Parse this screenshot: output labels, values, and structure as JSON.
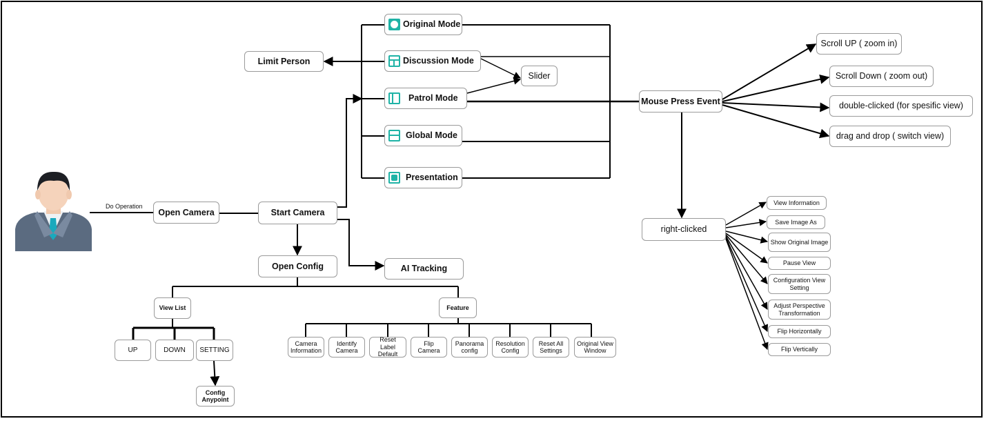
{
  "actor": {
    "operation_label": "Do Operation"
  },
  "flow": {
    "open_camera": "Open Camera",
    "start_camera": "Start Camera",
    "open_config": "Open Config",
    "ai_tracking": "AI Tracking",
    "limit_person": "Limit Person",
    "slider": "Slider",
    "mouse_press_event": "Mouse Press Event",
    "right_clicked": "right-clicked"
  },
  "modes": {
    "original": "Original Mode",
    "discussion": "Discussion Mode",
    "patrol": "Patrol Mode",
    "global": "Global Mode",
    "presentation": "Presentation"
  },
  "mouse_events": {
    "scroll_up": "Scroll UP ( zoom in)",
    "scroll_down": "Scroll  Down ( zoom out)",
    "double_clicked": "double-clicked  (for spesific view)",
    "drag_drop": "drag and drop ( switch view)"
  },
  "right_click_menu": {
    "view_information": "View Information",
    "save_image_as": "Save Image As",
    "show_original_image": "Show Original Image",
    "pause_view": "Pause View",
    "configuration_view_setting": "Configuration View Setting",
    "adjust_perspective": "Adjust Perspective Transformation",
    "flip_horizontally": "Flip Horizontally",
    "flip_vertically": "Flip Vertically"
  },
  "config": {
    "view_list": "View List",
    "up": "UP",
    "down": "DOWN",
    "setting": "SETTING",
    "config_anypoint": "Config Anypoint",
    "feature": "Feature",
    "features": {
      "camera_information": "Camera Information",
      "identify_camera": "Identify Camera",
      "reset_label_default": "Reset Label Default",
      "flip_camera": "Flip Camera",
      "panorama_config": "Panorama config",
      "resolution_config": "Resolution Config",
      "reset_all_settings": "Reset All Settings",
      "original_view_window": "Original View Window"
    }
  },
  "colors": {
    "mode_icon": "#1fb3a6",
    "line": "#000000",
    "node_border": "#9a9a9a"
  }
}
